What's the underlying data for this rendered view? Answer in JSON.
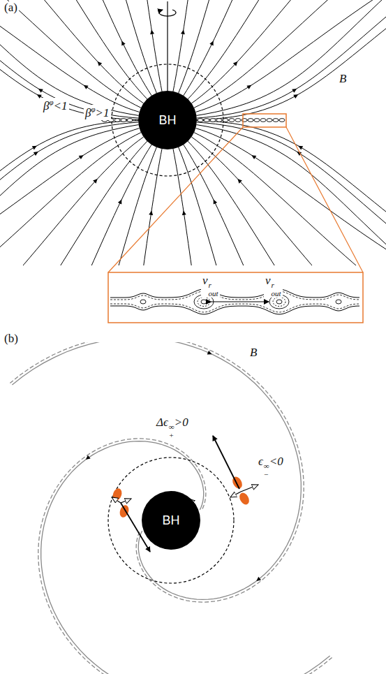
{
  "diagram": {
    "nodes": [
      {
        "text": [
          "BH"
        ]
      },
      {
        "text": [
          "BH"
        ]
      }
    ],
    "labels": [
      "(a)",
      "β",
      "φ",
      "<1",
      "β",
      "φ",
      ">1",
      "B",
      "v",
      "r",
      "out",
      "v",
      "r",
      "out",
      "(b)",
      "B",
      "Δϵ",
      "∞",
      "+",
      ">0",
      "ϵ",
      "∞",
      "−",
      "<0"
    ]
  }
}
